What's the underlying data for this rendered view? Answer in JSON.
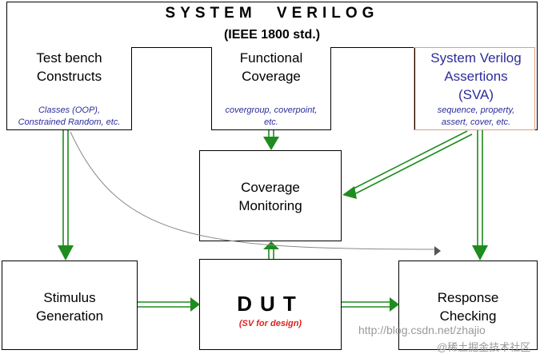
{
  "header": {
    "title": "SYSTEM VERILOG",
    "subtitle": "(IEEE 1800 std.)"
  },
  "columns": {
    "testbench": {
      "title_line1": "Test bench",
      "title_line2": "Constructs",
      "sub_line1": "Classes (OOP),",
      "sub_line2": "Constrained Random, etc."
    },
    "coverage": {
      "title_line1": "Functional",
      "title_line2": "Coverage",
      "sub_line1": "covergroup, coverpoint,",
      "sub_line2": "etc."
    },
    "sva": {
      "title_line1": "System Verilog",
      "title_line2": "Assertions",
      "title_line3": "(SVA)",
      "sub_line1": "sequence, property,",
      "sub_line2": "assert, cover, etc."
    }
  },
  "blocks": {
    "coverage_monitoring": {
      "line1": "Coverage",
      "line2": "Monitoring"
    },
    "stimulus": {
      "line1": "Stimulus",
      "line2": "Generation"
    },
    "dut": {
      "label": "DUT",
      "sub": "(SV for design)"
    },
    "response": {
      "line1": "Response",
      "line2": "Checking"
    }
  },
  "watermark": {
    "url": "http://blog.csdn.net/zhajio",
    "community": "@稀土掘金技术社区"
  },
  "colors": {
    "arrow_green": "#1e8c1e",
    "sva_text": "#2c2c9c",
    "sva_border": "#e0a080",
    "dut_sub": "#e0201c"
  }
}
